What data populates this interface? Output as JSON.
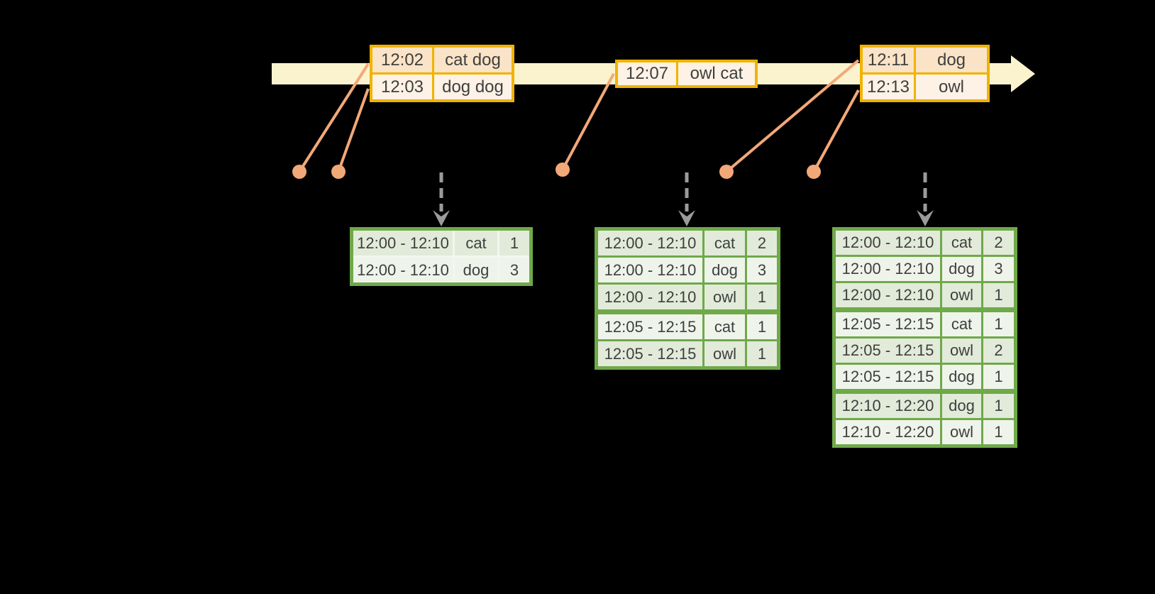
{
  "colors": {
    "bg": "#000000",
    "text": "#3f3f3f",
    "cream": "#fbf3cd",
    "gold": "#f0b300",
    "peach_dark": "#fae3c7",
    "peach_light": "#fdf2e5",
    "salmon": "#f3a878",
    "green": "#6fa94a",
    "green_row_dark": "#e2ebd9",
    "green_row_light": "#eff4eb",
    "pale_divider": "#f3f6ef",
    "arrow_gray": "#9b9b9b"
  },
  "event_tables": [
    {
      "rows": [
        {
          "time": "12:02",
          "data": "cat dog"
        },
        {
          "time": "12:03",
          "data": "dog dog"
        }
      ]
    },
    {
      "rows": [
        {
          "time": "12:07",
          "data": "owl cat"
        }
      ]
    },
    {
      "rows": [
        {
          "time": "12:11",
          "data": "dog"
        },
        {
          "time": "12:13",
          "data": "owl"
        }
      ]
    }
  ],
  "result_tables": [
    {
      "rows": [
        {
          "window": "12:00 - 12:10",
          "word": "cat",
          "count": "1"
        },
        {
          "window": "12:00 - 12:10",
          "word": "dog",
          "count": "3"
        }
      ]
    },
    {
      "rows": [
        {
          "window": "12:00 - 12:10",
          "word": "cat",
          "count": "2"
        },
        {
          "window": "12:00 - 12:10",
          "word": "dog",
          "count": "3"
        },
        {
          "window": "12:00 - 12:10",
          "word": "owl",
          "count": "1"
        },
        {
          "window": "12:05 - 12:15",
          "word": "cat",
          "count": "1"
        },
        {
          "window": "12:05 - 12:15",
          "word": "owl",
          "count": "1"
        }
      ]
    },
    {
      "rows": [
        {
          "window": "12:00 - 12:10",
          "word": "cat",
          "count": "2"
        },
        {
          "window": "12:00 - 12:10",
          "word": "dog",
          "count": "3"
        },
        {
          "window": "12:00 - 12:10",
          "word": "owl",
          "count": "1"
        },
        {
          "window": "12:05 - 12:15",
          "word": "cat",
          "count": "1"
        },
        {
          "window": "12:05 - 12:15",
          "word": "owl",
          "count": "2"
        },
        {
          "window": "12:05 - 12:15",
          "word": "dog",
          "count": "1"
        },
        {
          "window": "12:10 - 12:20",
          "word": "dog",
          "count": "1"
        },
        {
          "window": "12:10 - 12:20",
          "word": "owl",
          "count": "1"
        }
      ]
    }
  ]
}
